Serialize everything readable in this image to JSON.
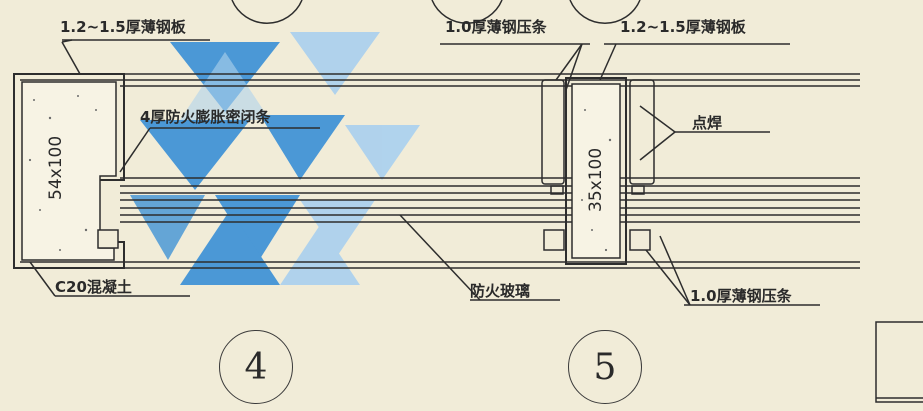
{
  "labels": {
    "steel_plate_left": "1.2~1.5厚薄钢板",
    "steel_plate_right": "1.2~1.5厚薄钢板",
    "pressure_strip_top": "1.0厚薄钢压条",
    "seal_strip": "4厚防火膨胀密闭条",
    "spot_weld": "点焊",
    "concrete": "C20混凝土",
    "fire_glass": "防火玻璃",
    "pressure_strip_bottom": "1.0厚薄钢压条",
    "size_left": "54x100",
    "size_right": "35x100"
  },
  "details": {
    "left_number": "4",
    "right_number": "5"
  },
  "colors": {
    "background": "#f1ecd8",
    "line": "#2d2d2d",
    "watermark_dark": "#3a8fd6",
    "watermark_light": "#a9d0ef"
  }
}
